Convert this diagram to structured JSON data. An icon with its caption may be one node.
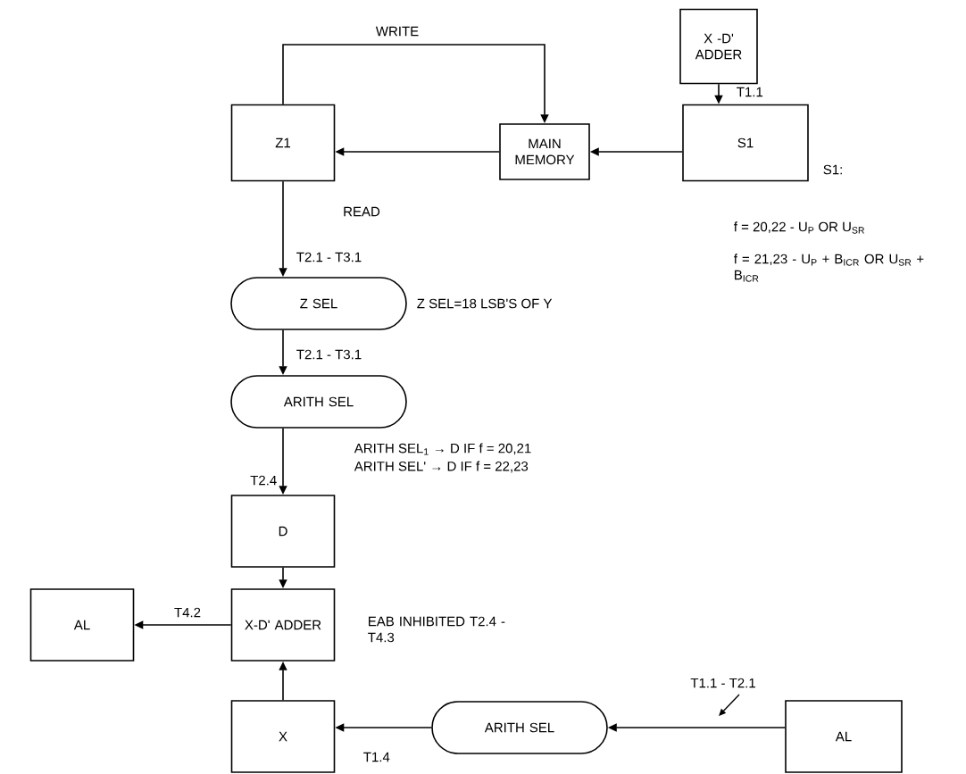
{
  "diagram": {
    "nodes": [
      {
        "text": [
          "X -D' ADDER"
        ]
      },
      {
        "text": [
          "Z1"
        ]
      },
      {
        "text": [
          "MAIN MEMORY"
        ]
      },
      {
        "text": [
          "S1"
        ],
        "beside": [
          "S1:"
        ]
      },
      {
        "text": [
          "Z SEL"
        ],
        "beside": [
          "Z SEL=18 LSB'S OF Y"
        ]
      },
      {
        "text": [
          "ARITH SEL"
        ]
      },
      {
        "text": [
          "D"
        ]
      },
      {
        "text": [
          "X-D' ADDER"
        ]
      },
      {
        "text": [
          "AL"
        ]
      },
      {
        "text": [
          "X"
        ]
      },
      {
        "text": [
          "ARITH SEL"
        ]
      },
      {
        "text": [
          "AL"
        ]
      }
    ],
    "edges": [
      {
        "from": 0,
        "to": 3,
        "arrow": "to",
        "label": "T1.1"
      },
      {
        "from": 3,
        "to": 2,
        "arrow": "to"
      },
      {
        "from": 2,
        "to": 1,
        "arrow": "to",
        "label": "READ"
      },
      {
        "from": 1,
        "to": 2,
        "arrow": "to",
        "label": "WRITE"
      },
      {
        "from": 1,
        "to": 4,
        "arrow": "to",
        "label": "T2.1 - T3.1"
      },
      {
        "from": 4,
        "to": 5,
        "arrow": "to",
        "label": "T2.1 - T3.1"
      },
      {
        "from": 5,
        "to": 6,
        "arrow": "to",
        "label": "T2.4"
      },
      {
        "from": 6,
        "to": 7,
        "arrow": "to"
      },
      {
        "from": 7,
        "to": 8,
        "arrow": "to",
        "label": "T4.2"
      },
      {
        "from": 9,
        "to": 7,
        "arrow": "to"
      },
      {
        "from": 10,
        "to": 9,
        "arrow": "to",
        "label": "T1.4"
      },
      {
        "from": 11,
        "to": 10,
        "arrow": "to",
        "label": "T1.1 - T2.1"
      }
    ],
    "labels": [
      "f = 20,22 - U$_{P}$ OR U$_{SR}$",
      "f = 21,23 - U$_{P}$ + B$_{ICR}$ OR U$_{SR}$ + B$_{ICR}$",
      "ARITH SEL$_{1}$ → D IF f = 20,21",
      "ARITH SEL' → D IF f = 22,23",
      "EAB INHIBITED T2.4 - T4.3"
    ]
  }
}
